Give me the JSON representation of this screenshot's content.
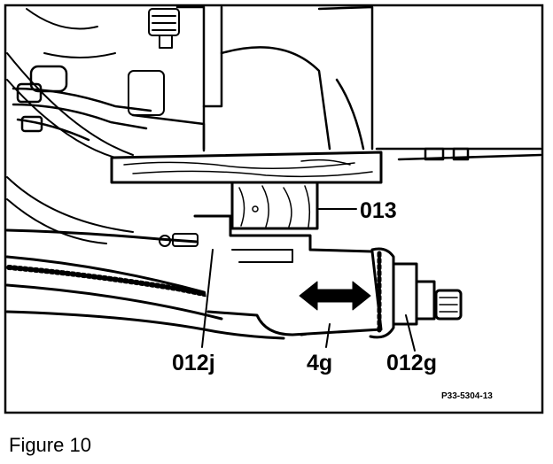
{
  "labels": {
    "part_013": "013",
    "part_012j": "012j",
    "part_4g": "4g",
    "part_012g": "012g"
  },
  "reference_code": "P33-5304-13",
  "caption": "Figure 10"
}
